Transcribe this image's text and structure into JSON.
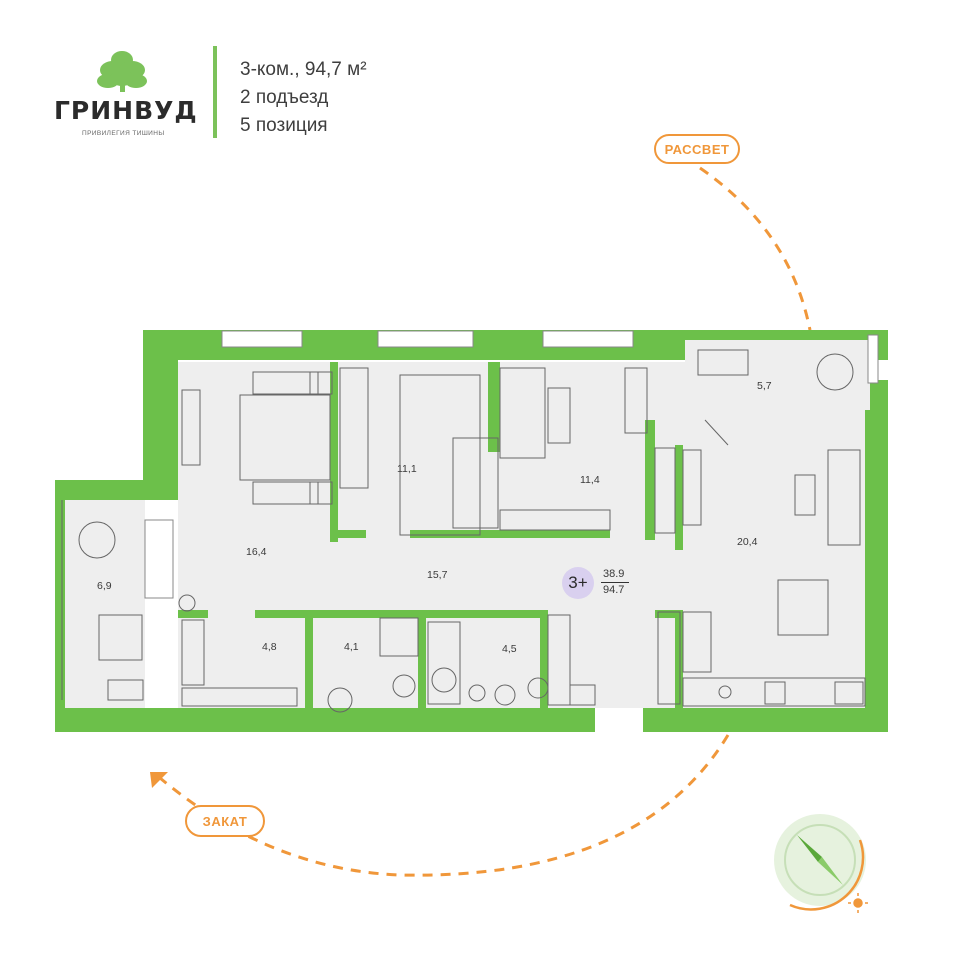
{
  "brand": {
    "name": "ГРИНВУД",
    "tagline": "ПРИВИЛЕГИЯ ТИШИНЫ",
    "color": "#7cc25a"
  },
  "apartment": {
    "rooms_area": "3-ком., 94,7 м²",
    "entrance": "2 подъезд",
    "position": "5 позиция",
    "type_badge": "3+",
    "living_area": "38.9",
    "total_area": "94.7"
  },
  "sun": {
    "sunrise_label": "РАССВЕТ",
    "sunset_label": "ЗАКАТ",
    "color": "#f0973a"
  },
  "rooms": [
    {
      "id": "loggia-right",
      "area": "5,7"
    },
    {
      "id": "loggia-left",
      "area": "6,9"
    },
    {
      "id": "bedroom-main",
      "area": "16,4"
    },
    {
      "id": "bedroom-2",
      "area": "11,1"
    },
    {
      "id": "bedroom-3",
      "area": "11,4"
    },
    {
      "id": "kitchen-living",
      "area": "20,4"
    },
    {
      "id": "hallway",
      "area": "15,7"
    },
    {
      "id": "wardrobe",
      "area": "4,8"
    },
    {
      "id": "bathroom-1",
      "area": "4,1"
    },
    {
      "id": "bathroom-2",
      "area": "4,5"
    }
  ],
  "colors": {
    "wall": "#6cc04a",
    "floor": "#eeeeee",
    "line": "#555555"
  },
  "compass": {
    "icon": "compass-icon",
    "sun_icon": "sun-icon"
  }
}
